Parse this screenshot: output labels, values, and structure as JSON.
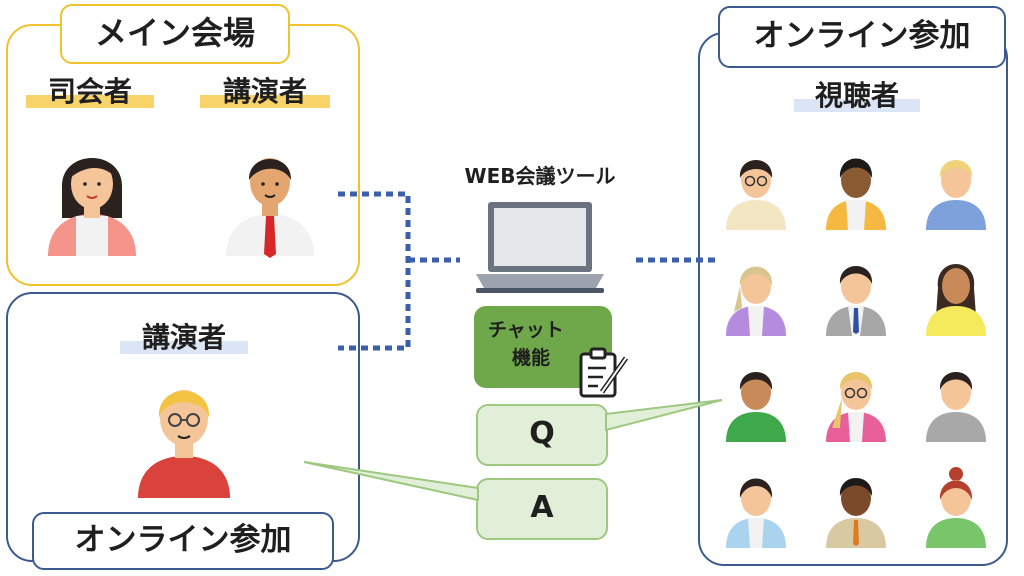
{
  "main_venue": {
    "title": "メイン会場",
    "roles": [
      {
        "label": "司会者"
      },
      {
        "label": "講演者"
      }
    ]
  },
  "remote_speaker": {
    "role": "講演者",
    "title": "オンライン参加"
  },
  "viewers": {
    "title": "オンライン参加",
    "role": "視聴者",
    "count": 12
  },
  "center": {
    "tool_label": "WEB会議ツール",
    "chat_line1": "チャット",
    "chat_line2": "機能",
    "q_label": "Q",
    "a_label": "A"
  },
  "colors": {
    "main_border": "#f0c22e",
    "online_border": "#3b5a8f",
    "connector": "#3b5fa8",
    "chat_bg": "#6fa84a",
    "qa_bg": "#e2efd8",
    "qa_border": "#9cc87f"
  }
}
